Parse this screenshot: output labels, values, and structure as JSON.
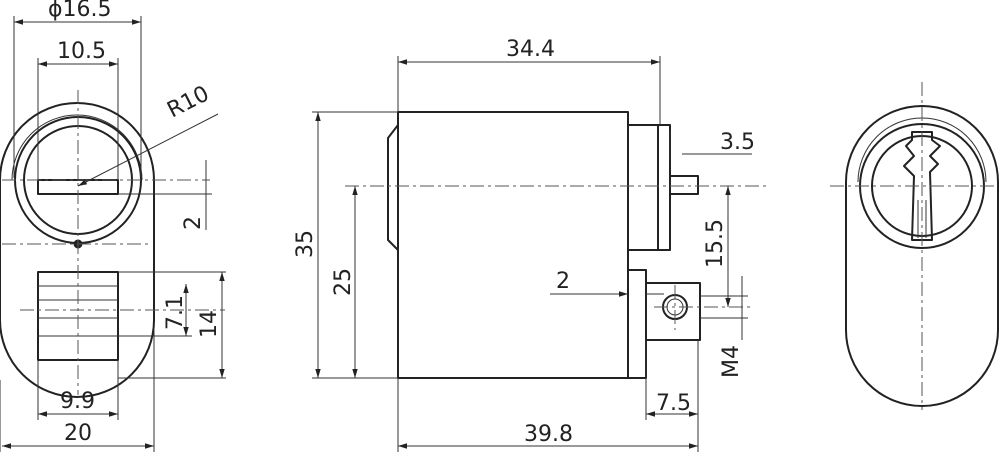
{
  "dimensions": {
    "phi_16_5": "ϕ16.5",
    "d10_5": "10.5",
    "r10": "R10",
    "d2_left": "2",
    "d7_1": "7.1",
    "d14": "14",
    "d9_9": "9.9",
    "d20": "20",
    "d34_4": "34.4",
    "d3_5": "3.5",
    "d35": "35",
    "d25": "25",
    "d15_5": "15.5",
    "d2_mid": "2",
    "m4": "M4",
    "d7_5": "7.5",
    "d39_8": "39.8"
  }
}
